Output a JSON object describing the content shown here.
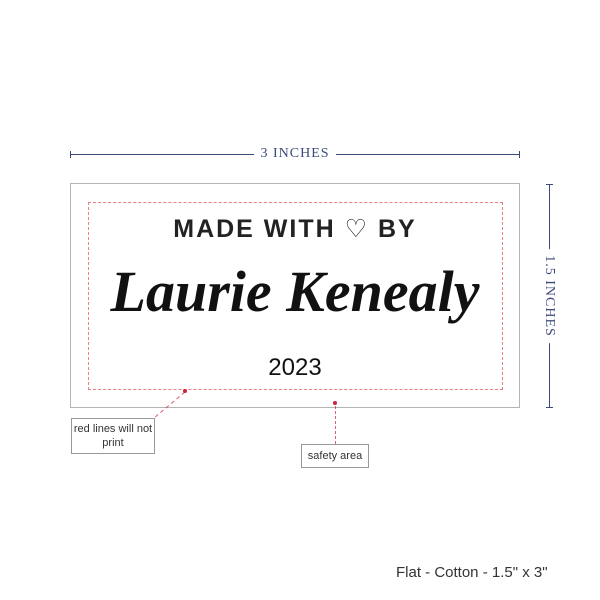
{
  "dimensions": {
    "width_label": "3 INCHES",
    "height_label": "1.5 INCHES"
  },
  "label": {
    "line1_left": "MADE WITH",
    "heart_icon": "heart-icon",
    "line1_right": "BY",
    "name": "Laurie Kenealy",
    "year": "2023"
  },
  "callouts": {
    "red_lines": "red lines will not print",
    "safety": "safety area"
  },
  "footer": "Flat - Cotton - 1.5\" x 3\"",
  "colors": {
    "dimension": "#3b4a7a",
    "safety_line": "#f08080",
    "marker": "#d0223a"
  }
}
